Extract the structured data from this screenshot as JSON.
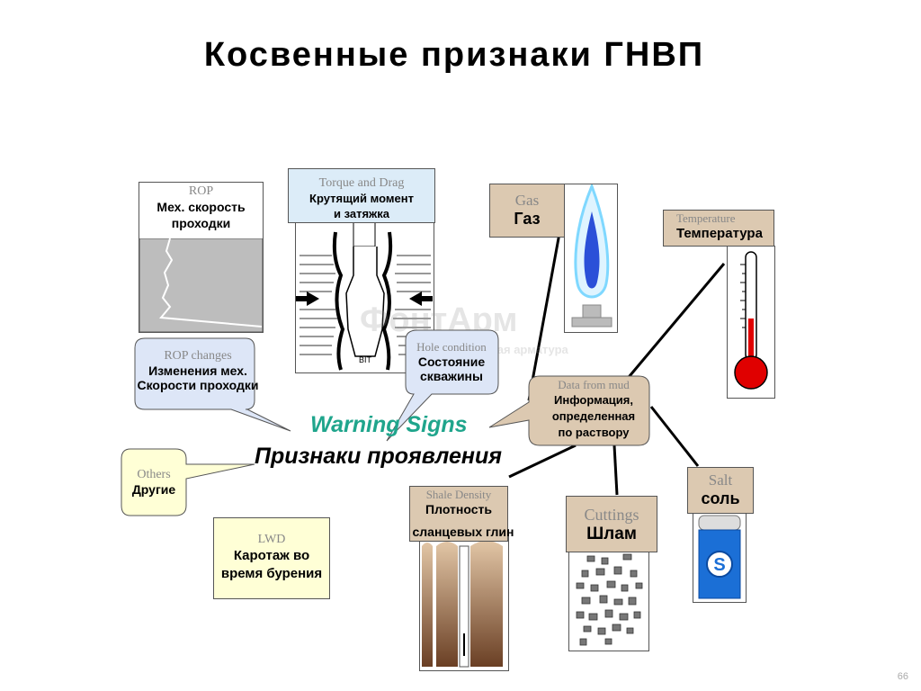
{
  "title": "Косвенные признаки ГНВП",
  "center": {
    "en": "Warning Signs",
    "ru": "Признаки проявления"
  },
  "rop": {
    "en": "ROP",
    "ru_line1": "Мех. скорость",
    "ru_line2": "проходки"
  },
  "torque": {
    "en": "Torque and Drag",
    "ru_line1": "Крутящий момент",
    "ru_line2": "и затяжка",
    "bit": "BIT"
  },
  "gas": {
    "en": "Gas",
    "ru": "Газ"
  },
  "temperature": {
    "en": "Temperature",
    "ru": "Температура"
  },
  "rop_changes": {
    "en": "ROP changes",
    "ru_line1": "Изменения мех.",
    "ru_line2": "Скорости проходки"
  },
  "hole": {
    "en": "Hole condition",
    "ru_line1": "Состояние",
    "ru_line2": "скважины"
  },
  "mud": {
    "en": "Data from mud",
    "ru_line1": "Информация,",
    "ru_line2": "определенная",
    "ru_line3": "по раствору"
  },
  "others": {
    "en": "Others",
    "ru": "Другие"
  },
  "shale": {
    "en": "Shale  Density",
    "ru_line1": "Плотность",
    "ru_line2": "сланцевых глин"
  },
  "cuttings": {
    "en": "Cuttings",
    "ru": "Шлам"
  },
  "salt": {
    "en": "Salt",
    "ru": "соль",
    "can_letter": "S"
  },
  "lwd": {
    "en": "LWD",
    "ru_line1": "Каротаж во",
    "ru_line2": "время бурения"
  },
  "watermark": {
    "line1": "ФонтАрм",
    "line2": "трубопроводная арматура"
  },
  "page_number": "66",
  "colors": {
    "accent_green": "#1fa58c",
    "callout_blue": "#dde6f7",
    "callout_yellow": "#ffffd6",
    "label_tan": "#dcc9b1",
    "label_blue": "#dcecf8",
    "salt_blue": "#1b6fd6",
    "thermo_red": "#e00000"
  }
}
